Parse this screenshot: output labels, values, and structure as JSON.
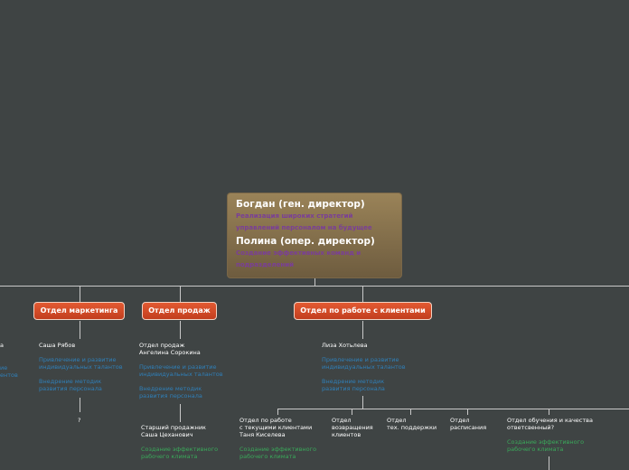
{
  "root": {
    "title1": "Богдан (ген. директор)",
    "sub1": [
      "Реализация широких стратегий",
      "управлений персоналом на будущее"
    ],
    "title2": "Полина (опер. директор)",
    "sub2": [
      "Создание эффективных команд и",
      "подразделений"
    ]
  },
  "departments": [
    {
      "label": "Отдел маркетинга"
    },
    {
      "label": "Отдел продаж"
    },
    {
      "label": "Отдел по работе с клиентами"
    }
  ],
  "leftcut": {
    "w1": "а",
    "b1": "ие",
    "b2": "ентов"
  },
  "marketing": {
    "person": "Саша Рябов",
    "item1": [
      "Привлечение и развитие",
      "индивидуальных талантов"
    ],
    "item2": [
      "Внедрение методик",
      "развития персонала"
    ],
    "question": "?"
  },
  "sales": {
    "head": [
      "Отдел продаж",
      "Ангелина Сорокина"
    ],
    "item1": [
      "Привлечение и развитие",
      "индивидуальных талантов"
    ],
    "item2": [
      "Внедрение методик",
      "развития персонала"
    ],
    "senior": [
      "Старший продажник",
      "Саша Цеханович"
    ],
    "senior_goal": [
      "Создание эффективного",
      "рабочего климата"
    ]
  },
  "clients": {
    "person": "Лиза Хотьлева",
    "item1": [
      "Привлечение и развитие",
      "индивидуальных талантов"
    ],
    "item2": [
      "Внедрение методик",
      "развития персонала"
    ],
    "sub": [
      {
        "lines": [
          "Отдел по работе",
          "с текущими клиентами",
          "Таня Киселева"
        ],
        "goal": [
          "Создание эффективного",
          "рабочего климата"
        ]
      },
      {
        "lines": [
          "Отдел",
          "возвращения",
          "клиентов"
        ]
      },
      {
        "lines": [
          "Отдел",
          "тех. поддержки"
        ]
      },
      {
        "lines": [
          "Отдел",
          "расписания"
        ]
      },
      {
        "lines": [
          "Отдел обучения и качества",
          "ответсвенный?"
        ],
        "goal": [
          "Создание эффективного",
          "рабочего климата"
        ]
      }
    ]
  },
  "colors": {
    "background": "#3f4444",
    "root": "#8a7450",
    "node": "#d64b27",
    "blue_text": "#2f7fb8",
    "green_text": "#3aa85a",
    "purple_text": "#7a3e98"
  }
}
